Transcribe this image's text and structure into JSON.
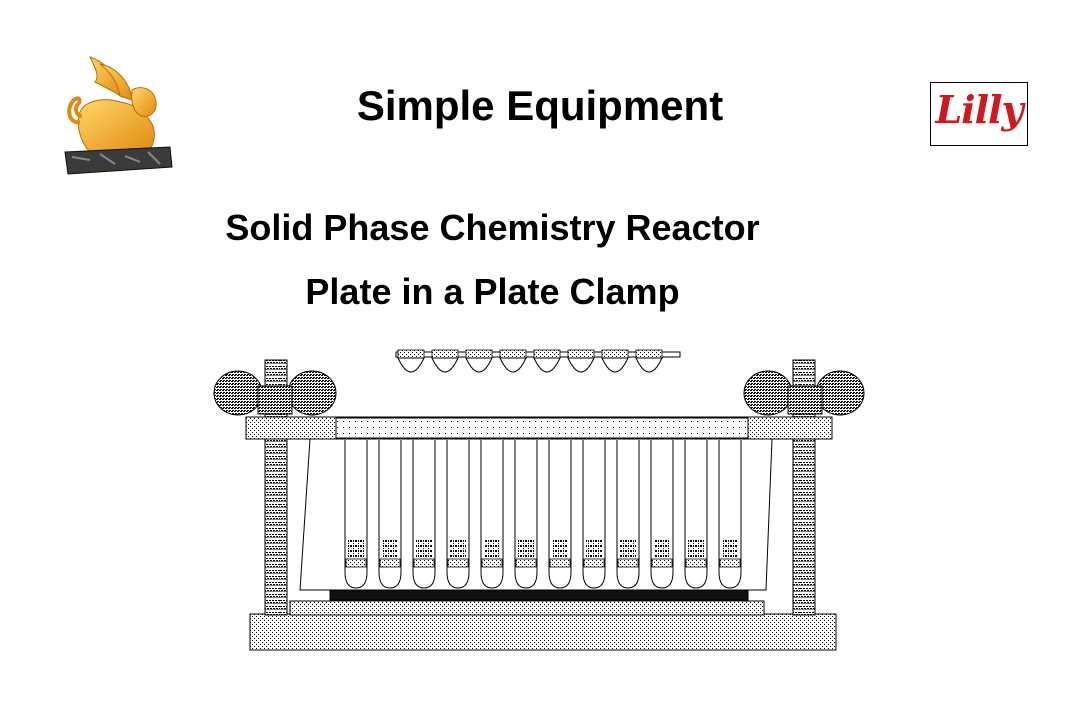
{
  "slide": {
    "title": "Simple Equipment",
    "subtitle_line1": "Solid Phase Chemistry Reactor",
    "subtitle_line2": "Plate in a Plate Clamp"
  },
  "logos": {
    "left_icon": "sphinx-logo",
    "right_brand": "Lilly",
    "right_brand_color": "#d0181d"
  },
  "diagram": {
    "tube_count": 12,
    "top_wells_count": 8,
    "colors": {
      "line": "#000000",
      "fill": "#ffffff",
      "dark": "#111111",
      "sphinx_gold": "#f2b233"
    }
  }
}
